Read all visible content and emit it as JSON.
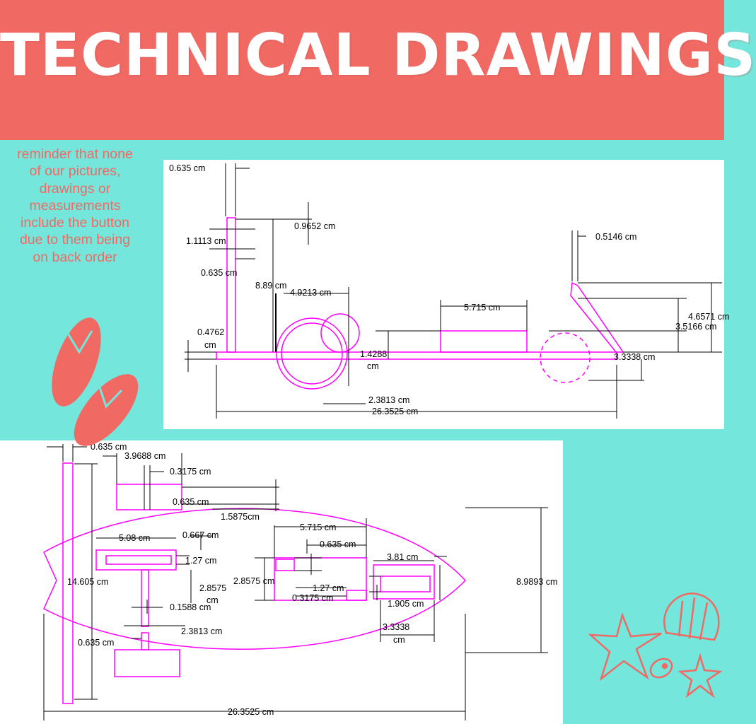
{
  "header": {
    "title": "TECHNICAL DRAWINGS"
  },
  "note": {
    "lines": [
      "reminder that none",
      "of our pictures,",
      "drawings or",
      "measurements",
      "include the button",
      "due to them being",
      "on back order"
    ]
  },
  "colors": {
    "header_bg": "#f06a63",
    "page_bg": "#74e6dc",
    "drawing_line": "#ff00ff",
    "dimension_line": "#000000",
    "decoration": "#f06a63"
  },
  "side_view": {
    "dims": {
      "d1": "0.635 cm",
      "d2": "0.9652 cm",
      "d3": "1.1113 cm",
      "d4": "0.635 cm",
      "d5": "8.89 cm",
      "d6": "4.9213 cm",
      "d7": "0.4762",
      "d7b": "cm",
      "d8": "1.4288",
      "d8b": "cm",
      "d9": "2.3813 cm",
      "d10": "26.3525 cm",
      "d11": "5.715 cm",
      "d12": "0.5146 cm",
      "d13": "3.5166 cm",
      "d14": "4.6571 cm",
      "d15": "3.3338 cm"
    }
  },
  "top_view": {
    "dims": {
      "t1": "0.635 cm",
      "t2": "3.9688 cm",
      "t3": "0.3175 cm",
      "t4": "0.635 cm",
      "t5": "1.5875cm",
      "t6": "5.715 cm",
      "t7": "5.08 cm",
      "t8": "0.667 cm",
      "t9": "0.635 cm",
      "t10": "1.27 cm",
      "t11": "3.81 cm",
      "t12": "14.605 cm",
      "t13": "2.8575",
      "t13b": "cm",
      "t14": "2.8575 cm",
      "t15": "1.27 cm",
      "t16": "0.3175 cm",
      "t17": "1.905 cm",
      "t18": "8.9893 cm",
      "t19": "0.1588 cm",
      "t20": "2.3813 cm",
      "t21": "0.635 cm",
      "t22": "3.3338",
      "t22b": "cm",
      "t23": "26.3525 cm"
    }
  },
  "decorations": {
    "flip_flops_icon": "flip-flops-icon",
    "starfish_icon": "starfish-icon",
    "seashell_icon": "seashell-icon",
    "conch_icon": "conch-icon"
  }
}
